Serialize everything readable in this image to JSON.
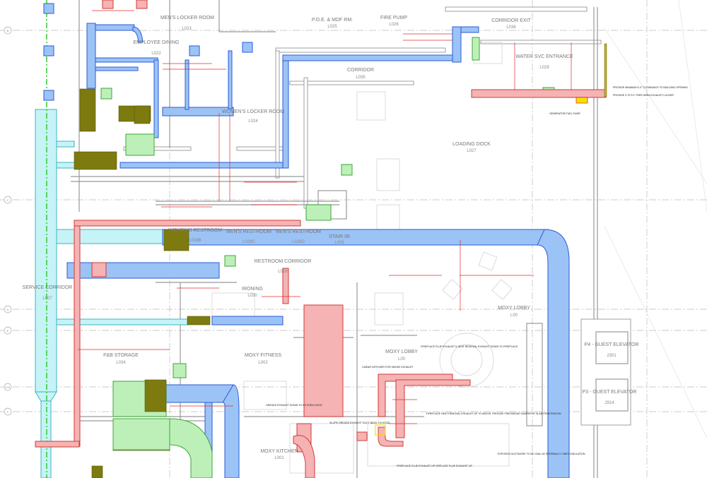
{
  "drawing": {
    "rooms": [
      {
        "name": "MEN'S LOCKER ROOM",
        "id": "L023"
      },
      {
        "name": "EMPLOYEE DINING",
        "id": "L022"
      },
      {
        "name": "P.O.E. & MDF RM.",
        "id": "L025"
      },
      {
        "name": "FIRE PUMP",
        "id": "L026"
      },
      {
        "name": "CORRIDOR EXIT",
        "id": "L036"
      },
      {
        "name": "CORRIDOR",
        "id": "L035"
      },
      {
        "name": "WATER SVC ENTRANCE",
        "id": "L029"
      },
      {
        "name": "WOMEN'S LOCKER ROOM",
        "id": "L024"
      },
      {
        "name": "LOADING DOCK",
        "id": "L027"
      },
      {
        "name": "WOMEN'S RESTROOM",
        "id": "L028B"
      },
      {
        "name": "MEN'S RESTROOM",
        "id": "L028C"
      },
      {
        "name": "MEN'S RESTROOM",
        "id": "L028D"
      },
      {
        "name": "STAIR 06",
        "id": "L006"
      },
      {
        "name": "RESTROOM CORRIDOR",
        "id": "L028"
      },
      {
        "name": "SERVICE CORRIDOR",
        "id": "L007"
      },
      {
        "name": "IRONING",
        "id": "L030"
      },
      {
        "name": "MOXY LOBBY",
        "id": "L00"
      },
      {
        "name": "MOXY LOBBY",
        "id": "L00"
      },
      {
        "name": "F&B STORAGE",
        "id": "L034"
      },
      {
        "name": "MOXY FITNESS",
        "id": "L002"
      },
      {
        "name": "P4 - GUEST ELEVATOR",
        "id": "2301"
      },
      {
        "name": "P3 - GUEST ELEVATOR",
        "id": "2914"
      },
      {
        "name": "MOXY KITCHEN",
        "id": "L001"
      }
    ],
    "notes": [
      "PROVIDE MINIMUM 5'-0\" CLEARANCE TO BUILDING OPENING",
      "PROVIDE 3.75 S.F. FREE AREA EXHAUST LOUVER",
      "GENERATOR FUEL PUMP",
      "FIREPLACE FLUE EXHAUST & HEAT REMOVAL EXHAUST DOWN TO FIREPLACE.",
      "FIREPLACE HEAT REMOVAL EXHAUST UP TO ABOVE. PROVIDE FIRE/SMOKE DAMPER AT SLAB PENETRATION",
      "EXPOSED DUCTWORK TO BE OVAL W/ INTERNALLY LINED INSULATION",
      "GREASE EXHAUST DOWN TO KITCHEN HOOD",
      "SLOPE GREASE EXHAUST DUCT BACK TO HOOD",
      "FIREPLACE FLUE EXHAUST UP/ REPLACE FLUE EXHAUST UP",
      "LINEAR DIFFUSER FOR SMOKE EXHAUST"
    ],
    "grid_bubbles": [
      "B",
      "C",
      "D",
      "E",
      "D.6",
      "F"
    ],
    "colors": {
      "supply_air": "#9cc3f5",
      "return_air": "#c6f3f6",
      "exhaust": "#f5b3b3",
      "outside_air": "#bdf0b8",
      "equipment": "#7d7a0f",
      "dimension": "#e32b2b"
    }
  }
}
